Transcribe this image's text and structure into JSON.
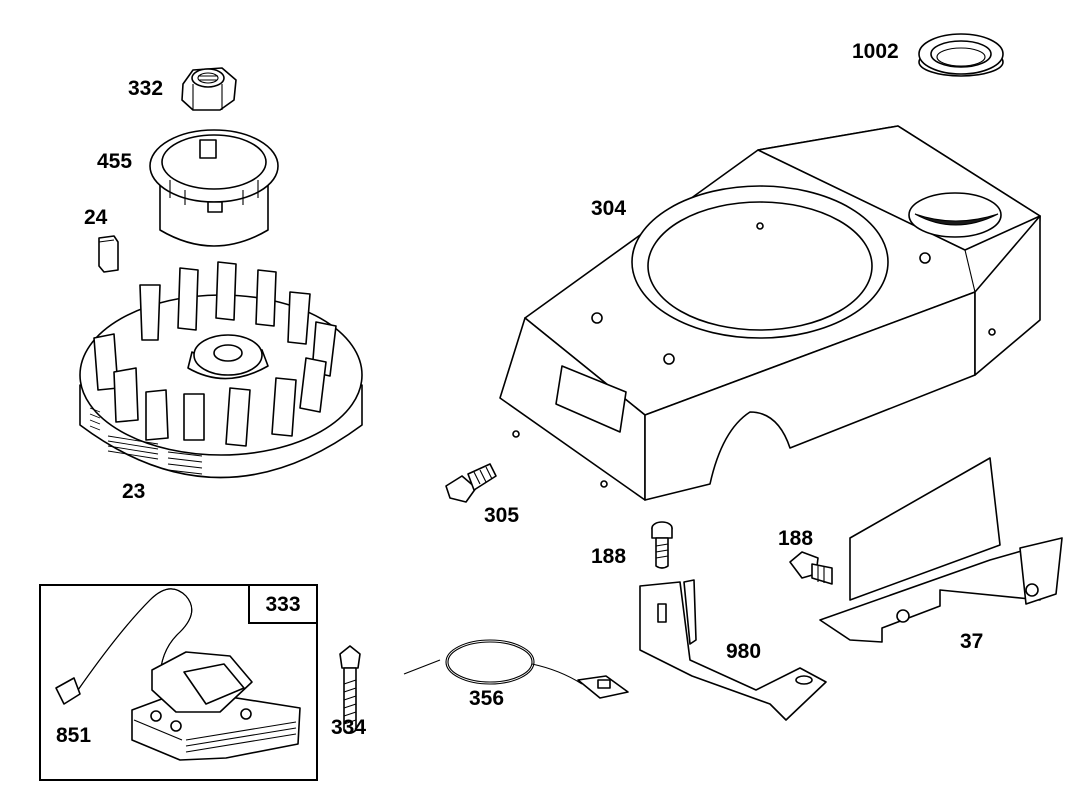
{
  "labels": {
    "p1002": "1002",
    "p332": "332",
    "p455": "455",
    "p24": "24",
    "p304": "304",
    "p23": "23",
    "p305": "305",
    "p188a": "188",
    "p188b": "188",
    "p333": "333",
    "p37": "37",
    "p980": "980",
    "p851": "851",
    "p334": "334",
    "p356": "356"
  }
}
